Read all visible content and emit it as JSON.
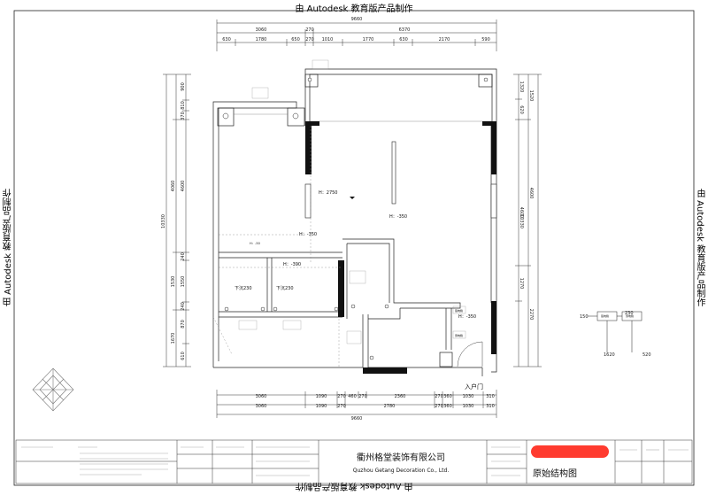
{
  "watermark": "由 Autodesk 教育版产品制作",
  "dims": {
    "top_total": "9660",
    "top_group": [
      "3060",
      "270",
      "6370"
    ],
    "top_detail": [
      "630",
      "1780",
      "650",
      "270",
      "1010",
      "1770",
      "630",
      "2170",
      "590"
    ],
    "bottom_detail": [
      "3060",
      "1090",
      "270",
      "460",
      "270",
      "2360",
      "270",
      "360",
      "1030",
      "310"
    ],
    "bottom_group": [
      "3060",
      "1090",
      "270",
      "2780",
      "270",
      "360",
      "1030",
      "310"
    ],
    "bottom_total": "9660",
    "left_total": "10330",
    "left_group": [
      "4060",
      "1530",
      "1670"
    ],
    "left_detail": [
      "900",
      "810",
      "370",
      "4600",
      "240",
      "1550",
      "240",
      "870",
      "610"
    ],
    "right_total": "10330",
    "right_group": [
      "1520",
      "4600",
      "2270"
    ],
    "right_detail": [
      "1320",
      "620",
      "4600",
      "1270"
    ]
  },
  "labels": {
    "h2750": "H：2750",
    "h350a": "H：-350",
    "h350b": "H：-350",
    "h350c": "H：-350",
    "h390": "H：-390",
    "h50": "H：-50",
    "sunken1": "下沉230",
    "sunken2": "下沉230",
    "entrance": "入户门",
    "meter_box": "强电箱",
    "meter_box2": "弱电箱",
    "side1": "150",
    "side2": "230",
    "side3": "1620",
    "side4": "520"
  },
  "title_block": {
    "company_cn": "衢州格堂装饰有限公司",
    "company_en": "Quzhou Getang Decoration Co., Ltd.",
    "drawing_name": "原始结构图",
    "redacted_color": "#ff3b2f"
  }
}
